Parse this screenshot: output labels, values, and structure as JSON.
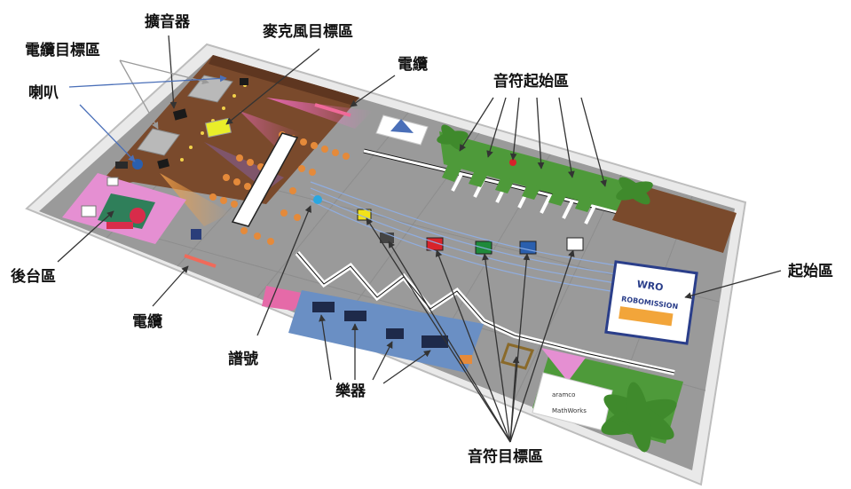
{
  "labels": {
    "speaker_amp": "擴音器",
    "microphone_target": "麥克風目標區",
    "cable_target": "電纜目標區",
    "horn": "喇叭",
    "cable_top": "電纜",
    "note_start": "音符起始區",
    "backstage": "後台區",
    "cable_bottom": "電纜",
    "score_mark": "譜號",
    "instruments": "樂器",
    "start_area": "起始區",
    "note_target": "音符目標區"
  },
  "board": {
    "logo_title": "WRO",
    "logo_mission": "ROBOMISSION",
    "sponsor1": "aramco",
    "sponsor2": "MathWorks"
  },
  "colors": {
    "floor": "#9a9a9a",
    "stage": "#7a4a2c",
    "grass": "#4e9a3a",
    "backstage_pink": "#e58fd2",
    "instrument_blue": "#6a8fc4",
    "note_yellow": "#f2e21a",
    "note_red": "#d8232a",
    "note_green": "#1f8a3b",
    "note_blue": "#2a5fae",
    "note_white": "#ffffff",
    "microphone": "#e9ee2a"
  }
}
